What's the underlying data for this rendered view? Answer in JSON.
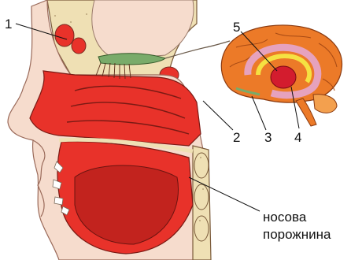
{
  "labels": {
    "l1": "1",
    "l2": "2",
    "l3": "3",
    "l4": "4",
    "l5": "5",
    "caption_line1": "носова",
    "caption_line2": "порожнина"
  },
  "colors": {
    "tissue": "#e8322a",
    "tissue_dark": "#c2231e",
    "skin": "#f6dccd",
    "bone": "#efe0b4",
    "bone_dot": "#b9a37a",
    "brain_base": "#ec7a28",
    "brain_light": "#f3a04e",
    "limbic_pink": "#e6a2bd",
    "limbic_yellow": "#f5e142",
    "deep_core": "#d31c2e",
    "olfactory_green": "#79ab6a",
    "hair": "#f3b9a8"
  }
}
